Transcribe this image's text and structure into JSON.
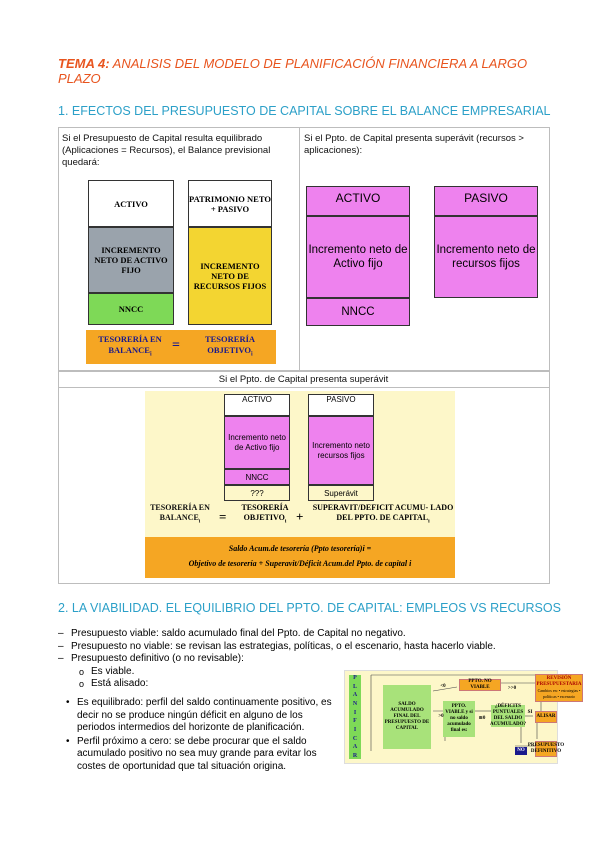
{
  "title": {
    "prefix": "TEMA 4:",
    "text": " ANALISIS DEL MODELO DE PLANIFICACIÓN FINANCIERA A LARGO PLAZO"
  },
  "section1": {
    "heading": "1.  EFECTOS DEL PRESUPUESTO DE CAPITAL SOBRE EL BALANCE EMPRESARIAL",
    "cell_left_text": "Si el Presupuesto de Capital resulta equilibrado (Aplicaciones = Recursos), el Balance previsional quedará:",
    "cell_right_text": "Si el Ppto. de Capital presenta superávit (recursos > aplicaciones):",
    "cell_bottom_text": "Si el Ppto. de Capital presenta superávit",
    "diag1": {
      "activo": "ACTIVO",
      "pn_pasivo": "PATRIMONIO NETO + PASIVO",
      "incremento_activo": "INCREMENTO NETO DE ACTIVO FIJO",
      "incremento_recursos": "INCREMENTO NETO DE RECURSOS FIJOS",
      "nncc": "NNCC",
      "tesoreria_balance": "TESORERÍA EN BALANCE",
      "eq": "=",
      "tesoreria_objetivo": "TESORERÍA OBJETIVO",
      "sub": "i"
    },
    "diag2": {
      "activo": "ACTIVO",
      "pasivo": "PASIVO",
      "incremento_activo": "Incremento neto de Activo fijo",
      "incremento_recursos": "Incremento neto de recursos fijos",
      "nncc": "NNCC"
    },
    "diag3": {
      "activo": "ACTIVO",
      "pasivo": "PASIVO",
      "incremento_activo": "Incremento neto de Activo fijo",
      "incremento_recursos": "Incremento neto recursos fijos",
      "nncc": "NNCC",
      "qqq": "???",
      "superavit": "Superávit",
      "tesoreria_balance": "TESORERÍA EN BALANCE",
      "eq": "=",
      "tesoreria_objetivo": "TESORERÍA OBJETIVO",
      "plus": "+",
      "superavit_deficit": "SUPERAVIT/DEFICIT ACUMU- LADO DEL PPTO. DE CAPITAL",
      "sub": "i",
      "formula_line1": "Saldo Acum.de tesorería (Ppto tesorería)i =",
      "formula_line2": "Objetivo de tesorería + Superavit/Déficit Acum.del  Ppto. de capital i"
    }
  },
  "section2": {
    "heading": "2. LA VIABILIDAD. EL EQUILIBRIO DEL PPTO. DE CAPITAL: EMPLEOS VS RECURSOS",
    "dash_items": [
      "Presupuesto viable: saldo acumulado final del Ppto. de Capital no negativo.",
      "Presupuesto no viable: se revisan las estrategias, políticas, o el escenario, hasta hacerlo viable.",
      "Presupuesto definitivo (o no revisable):"
    ],
    "sub_items": [
      "Es viable.",
      "Está alisado:"
    ],
    "bullets": [
      "Es equilibrado: perfil del saldo continuamente positivo, es decir no se produce ningún déficit en alguno de los periodos intermedios del horizonte de planificación.",
      "Perfil próximo a cero: se debe procurar que el saldo acumulado positivo no sea muy grande para evitar los costes de oportunidad que tal situación origina."
    ],
    "flow": {
      "vertical_letters": [
        "P",
        "L",
        "A",
        "N",
        "I",
        "F",
        "I",
        "C",
        "A",
        "R"
      ],
      "saldo": "SALDO ACUMULADO FINAL DEL PRESUPUESTO DE CAPITAL",
      "no_viable": "PPTO. NO VIABLE",
      "viable": "PPTO. VIABLE y si no saldo acumulado final es:",
      "deficits": "¿DÉFICITS PUNTUALES DEL SALDO ACUMULADO?",
      "revision": "REVISIÓN PRESUPUESTARIA",
      "revision_sub": "Cambios en: • estrategias • políticas • escenario",
      "alisar": "ALISAR",
      "definitivo": "PRESUPUESTO DEFINITIVO",
      "lt0": "<0",
      "gt0": ">0",
      "gtgt0": ">>0",
      "approx0": "≅0",
      "si": "SI",
      "no": "NO"
    }
  }
}
